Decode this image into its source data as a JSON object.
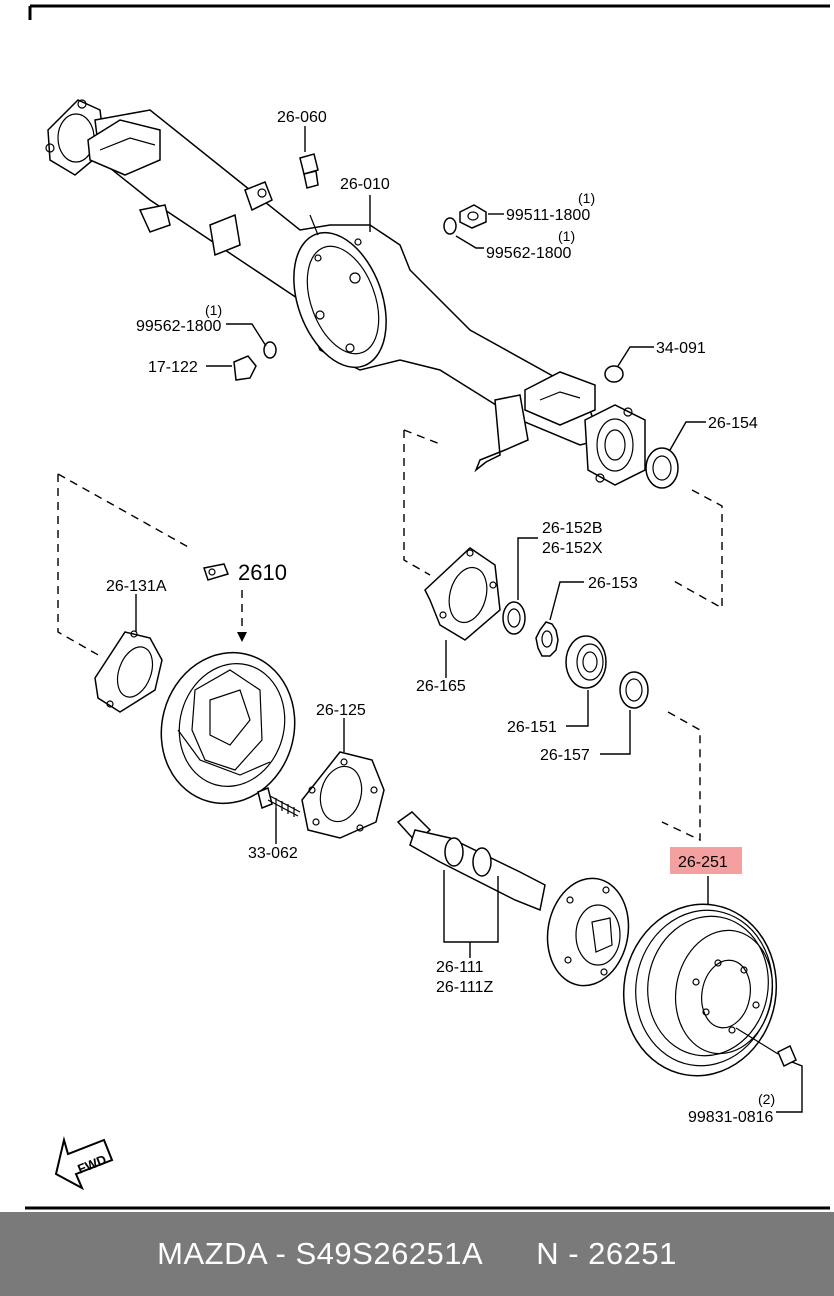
{
  "diagram": {
    "labels": {
      "breather_plug": "26-060",
      "axle_housing": "26-010",
      "nut_1": "99511-1800",
      "nut_1_qty": "(1)",
      "washer_1": "99562-1800",
      "washer_1_qty": "(1)",
      "washer_2": "99562-1800",
      "washer_2_qty": "(1)",
      "drain_plug": "17-122",
      "lock_nut": "34-091",
      "oil_seal_outer": "26-154",
      "bearing_retainer": "26-152B",
      "bearing_retainer_alt": "26-152X",
      "lock_washer": "26-153",
      "wheel_cylinder_plate": "26-131A",
      "brake_assembly": "2610",
      "gasket_plate": "26-165",
      "gasket": "26-125",
      "bearing": "26-151",
      "oil_seal_inner": "26-157",
      "hub_bolt": "33-062",
      "axle_shaft": "26-111",
      "axle_shaft_alt": "26-111Z",
      "brake_drum": "26-251",
      "screw": "99831-0816",
      "screw_qty": "(2)",
      "fwd_arrow": "FWD"
    },
    "highlight_color": "#f4a0a0"
  },
  "footer": {
    "brand_part": "MAZDA - S49S26251A",
    "code": "N - 26251",
    "background": "#7a7a7a"
  }
}
